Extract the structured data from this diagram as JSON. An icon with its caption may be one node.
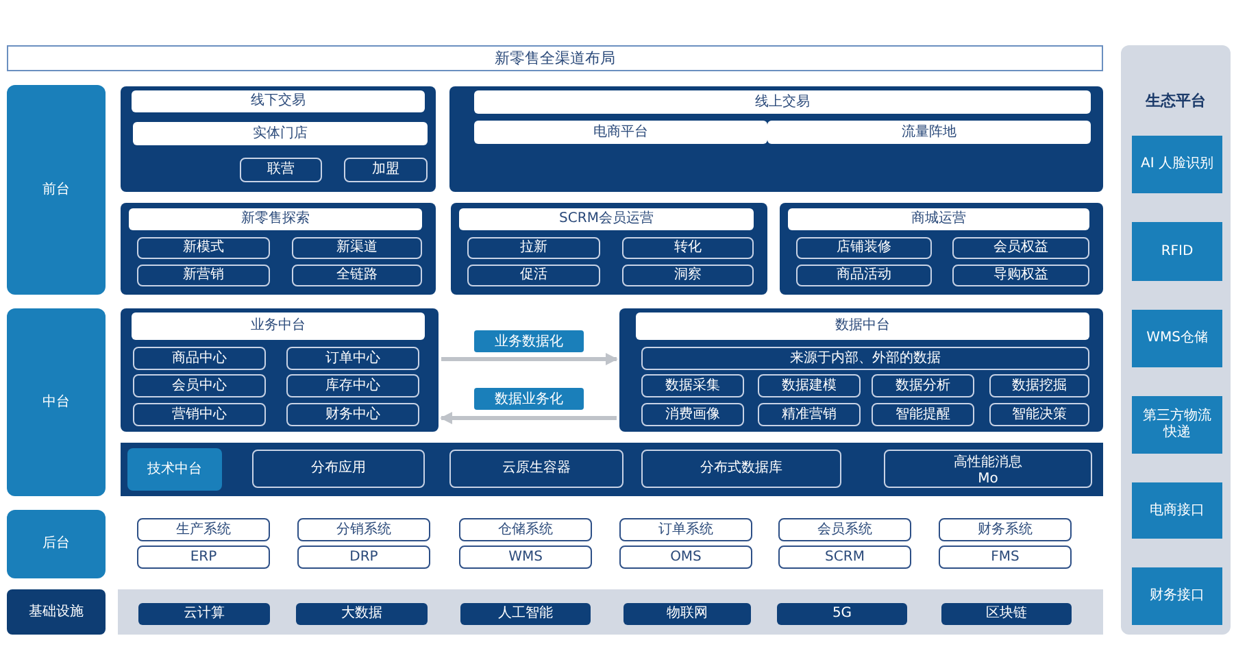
{
  "diagram": {
    "title": "新零售全渠道布局",
    "nodes": [
      {
        "text": [
          "前台"
        ]
      },
      {
        "text": [],
        "shape": "box"
      },
      {
        "text": [
          "实体门店"
        ],
        "in": 1
      },
      {
        "text": [
          "联营"
        ],
        "in": 1
      },
      {
        "text": [
          "加盟"
        ],
        "in": 1
      },
      {
        "text": [],
        "shape": "box"
      },
      {
        "text": [
          "电商平台"
        ],
        "in": 5
      },
      {
        "text": [
          "流量阵地"
        ],
        "in": 5
      },
      {
        "text": [],
        "shape": "box"
      },
      {
        "text": [
          "新模式"
        ],
        "in": 8
      },
      {
        "text": [
          "新渠道"
        ],
        "in": 8
      },
      {
        "text": [
          "新营销"
        ],
        "in": 8
      },
      {
        "text": [
          "全链路"
        ],
        "in": 8
      },
      {
        "text": [],
        "shape": "box"
      },
      {
        "text": [
          "拉新"
        ],
        "in": 13
      },
      {
        "text": [
          "转化"
        ],
        "in": 13
      },
      {
        "text": [
          "促活"
        ],
        "in": 13
      },
      {
        "text": [
          "洞察"
        ],
        "in": 13
      },
      {
        "text": [],
        "shape": "box"
      },
      {
        "text": [
          "店铺装修"
        ],
        "in": 18
      },
      {
        "text": [
          "会员权益"
        ],
        "in": 18
      },
      {
        "text": [
          "商品活动"
        ],
        "in": 18
      },
      {
        "text": [
          "导购权益"
        ],
        "in": 18
      },
      {
        "text": [
          "中台"
        ]
      },
      {
        "text": [],
        "shape": "box"
      },
      {
        "text": [
          "商品中心"
        ],
        "in": 24
      },
      {
        "text": [
          "订单中心"
        ],
        "in": 24
      },
      {
        "text": [
          "会员中心"
        ],
        "in": 24
      },
      {
        "text": [
          "库存中心"
        ],
        "in": 24
      },
      {
        "text": [
          "营销中心"
        ],
        "in": 24
      },
      {
        "text": [
          "财务中心"
        ],
        "in": 24
      },
      {
        "text": [],
        "shape": "box"
      },
      {
        "text": [
          "来源于内部、外部的数据"
        ],
        "in": 31
      },
      {
        "text": [
          "数据采集"
        ],
        "in": 31
      },
      {
        "text": [
          "数据建模"
        ],
        "in": 31
      },
      {
        "text": [
          "数据分析"
        ],
        "in": 31
      },
      {
        "text": [
          "数据挖掘"
        ],
        "in": 31
      },
      {
        "text": [
          "消费画像"
        ],
        "in": 31
      },
      {
        "text": [
          "精准营销"
        ],
        "in": 31
      },
      {
        "text": [
          "智能提醒"
        ],
        "in": 31
      },
      {
        "text": [
          "智能决策"
        ],
        "in": 31
      },
      {
        "text": [],
        "shape": "bar"
      },
      {
        "text": [
          "技术中台"
        ],
        "in": 41
      },
      {
        "text": [
          "分布应用"
        ],
        "in": 41
      },
      {
        "text": [
          "云原生容器"
        ],
        "in": 41
      },
      {
        "text": [
          "分布式数据库"
        ],
        "in": 41
      },
      {
        "text": [
          "高性能消息",
          "Mo"
        ],
        "in": 41
      },
      {
        "text": [
          "后台"
        ]
      },
      {
        "text": [
          "生产系统"
        ]
      },
      {
        "text": [
          "分销系统"
        ]
      },
      {
        "text": [
          "仓储系统"
        ]
      },
      {
        "text": [
          "订单系统"
        ]
      },
      {
        "text": [
          "会员系统"
        ]
      },
      {
        "text": [
          "财务系统"
        ]
      },
      {
        "text": [
          "ERP"
        ]
      },
      {
        "text": [
          "DRP"
        ]
      },
      {
        "text": [
          "WMS"
        ]
      },
      {
        "text": [
          "OMS"
        ]
      },
      {
        "text": [
          "SCRM"
        ]
      },
      {
        "text": [
          "FMS"
        ]
      },
      {
        "text": [
          "基础设施"
        ]
      },
      {
        "text": [],
        "shape": "bar"
      },
      {
        "text": [
          "云计算"
        ],
        "in": 61
      },
      {
        "text": [
          "大数据"
        ],
        "in": 61
      },
      {
        "text": [
          "人工智能"
        ],
        "in": 61
      },
      {
        "text": [
          "物联网"
        ],
        "in": 61
      },
      {
        "text": [
          "5G"
        ],
        "in": 61
      },
      {
        "text": [
          "区块链"
        ],
        "in": 61
      },
      {
        "text": [
          "生态平台"
        ]
      },
      {
        "text": [
          "AI 人脸识别"
        ],
        "in": 68
      },
      {
        "text": [
          "RFID"
        ],
        "in": 68
      },
      {
        "text": [
          "WMS仓储"
        ],
        "in": 68
      },
      {
        "text": [
          "第三方物流快递"
        ],
        "in": 68
      },
      {
        "text": [
          "电商接口"
        ],
        "in": 68
      },
      {
        "text": [
          "财务接口"
        ],
        "in": 68
      },
      {
        "text": [
          "线下交易"
        ],
        "in": 1
      },
      {
        "text": [
          "线上交易"
        ],
        "in": 5
      },
      {
        "text": [
          "新零售探索"
        ],
        "in": 8
      },
      {
        "text": [
          "SCRM会员运营"
        ],
        "in": 13
      },
      {
        "text": [
          "商城运营"
        ],
        "in": 18
      },
      {
        "text": [
          "业务中台"
        ],
        "in": 24
      },
      {
        "text": [
          "数据中台"
        ],
        "in": 31
      }
    ],
    "edges": [
      {
        "from": 24,
        "to": 31,
        "arrow": "to",
        "label": "业务数据化"
      },
      {
        "from": 31,
        "to": 24,
        "arrow": "to",
        "label": "数据业务化"
      }
    ]
  }
}
